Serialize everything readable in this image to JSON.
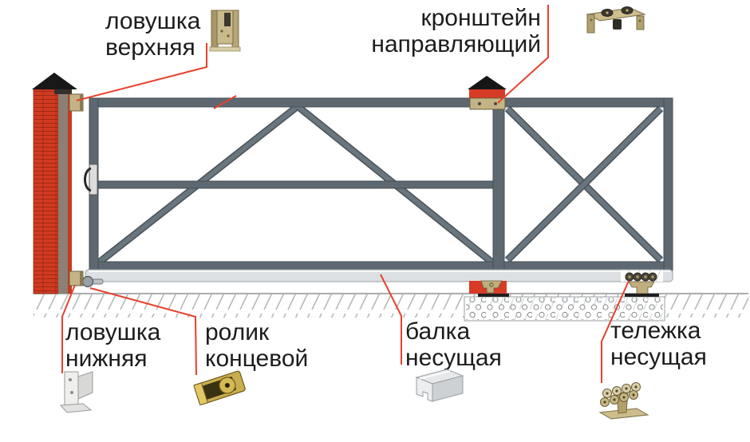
{
  "diagram_title": "sliding-gate-components-diagram",
  "labels": {
    "upper_catch": {
      "line1": "ловушка",
      "line2": "верхняя"
    },
    "guide_bracket": {
      "line1": "кронштейн",
      "line2": "направляющий"
    },
    "lower_catch": {
      "line1": "ловушка",
      "line2": "нижняя"
    },
    "end_roller": {
      "line1": "ролик",
      "line2": "концевой"
    },
    "carrier_beam": {
      "line1": "балка",
      "line2": "несущая"
    },
    "carrier_trolley": {
      "line1": "тележка",
      "line2": "несущая"
    }
  },
  "icons": {
    "upper_catch_photo": "upper-catch-bracket-photo",
    "guide_bracket_photo": "guide-bracket-rollers-photo",
    "lower_catch_photo": "lower-catch-bracket-photo",
    "end_roller_photo": "end-roller-photo",
    "carrier_beam_photo": "c-channel-beam-profile-photo",
    "carrier_trolley_photo": "roller-trolley-photo"
  },
  "colors": {
    "leader_red": "#e8402c",
    "frame_steel": "#5d6870",
    "frame_edge": "#454e54",
    "diag_steel": "#6a767e",
    "beam_gray": "#dde0e2",
    "brick_red": "#d23a22",
    "post_side_taupe": "#8b7f76",
    "cap_black": "#181818",
    "hardware_brass": "#c3b385",
    "text_black": "#1c1c1c"
  }
}
